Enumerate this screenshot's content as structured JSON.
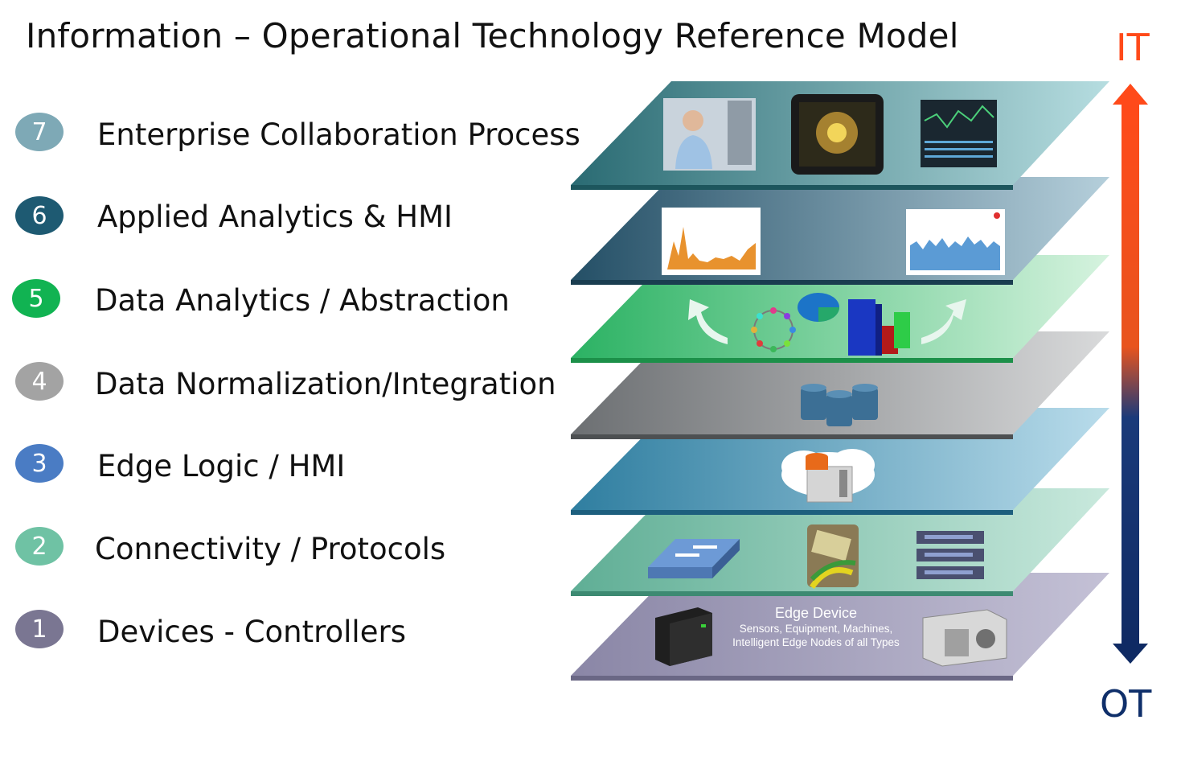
{
  "title": "Information – Operational Technology Reference Model",
  "layers": [
    {
      "number": "7",
      "label": "Enterprise Collaboration Process",
      "color": "#7ea9b6"
    },
    {
      "number": "6",
      "label": "Applied Analytics & HMI",
      "color": "#1e5a72"
    },
    {
      "number": "5",
      "label": "Data Analytics / Abstraction",
      "color": "#11b352"
    },
    {
      "number": "4",
      "label": "Data Normalization/Integration",
      "color": "#a3a3a3"
    },
    {
      "number": "3",
      "label": "Edge Logic / HMI",
      "color": "#4a7cc4"
    },
    {
      "number": "2",
      "label": "Connectivity / Protocols",
      "color": "#6fc2a4"
    },
    {
      "number": "1",
      "label": "Devices - Controllers",
      "color": "#7a7692"
    }
  ],
  "axis": {
    "top_label": "IT",
    "bottom_label": "OT",
    "top_color": "#ff4a1a",
    "bottom_color": "#0f2f6a"
  },
  "edge_device": {
    "title": "Edge Device",
    "subtitle": "Sensors, Equipment, Machines, Intelligent Edge Nodes of all Types"
  }
}
